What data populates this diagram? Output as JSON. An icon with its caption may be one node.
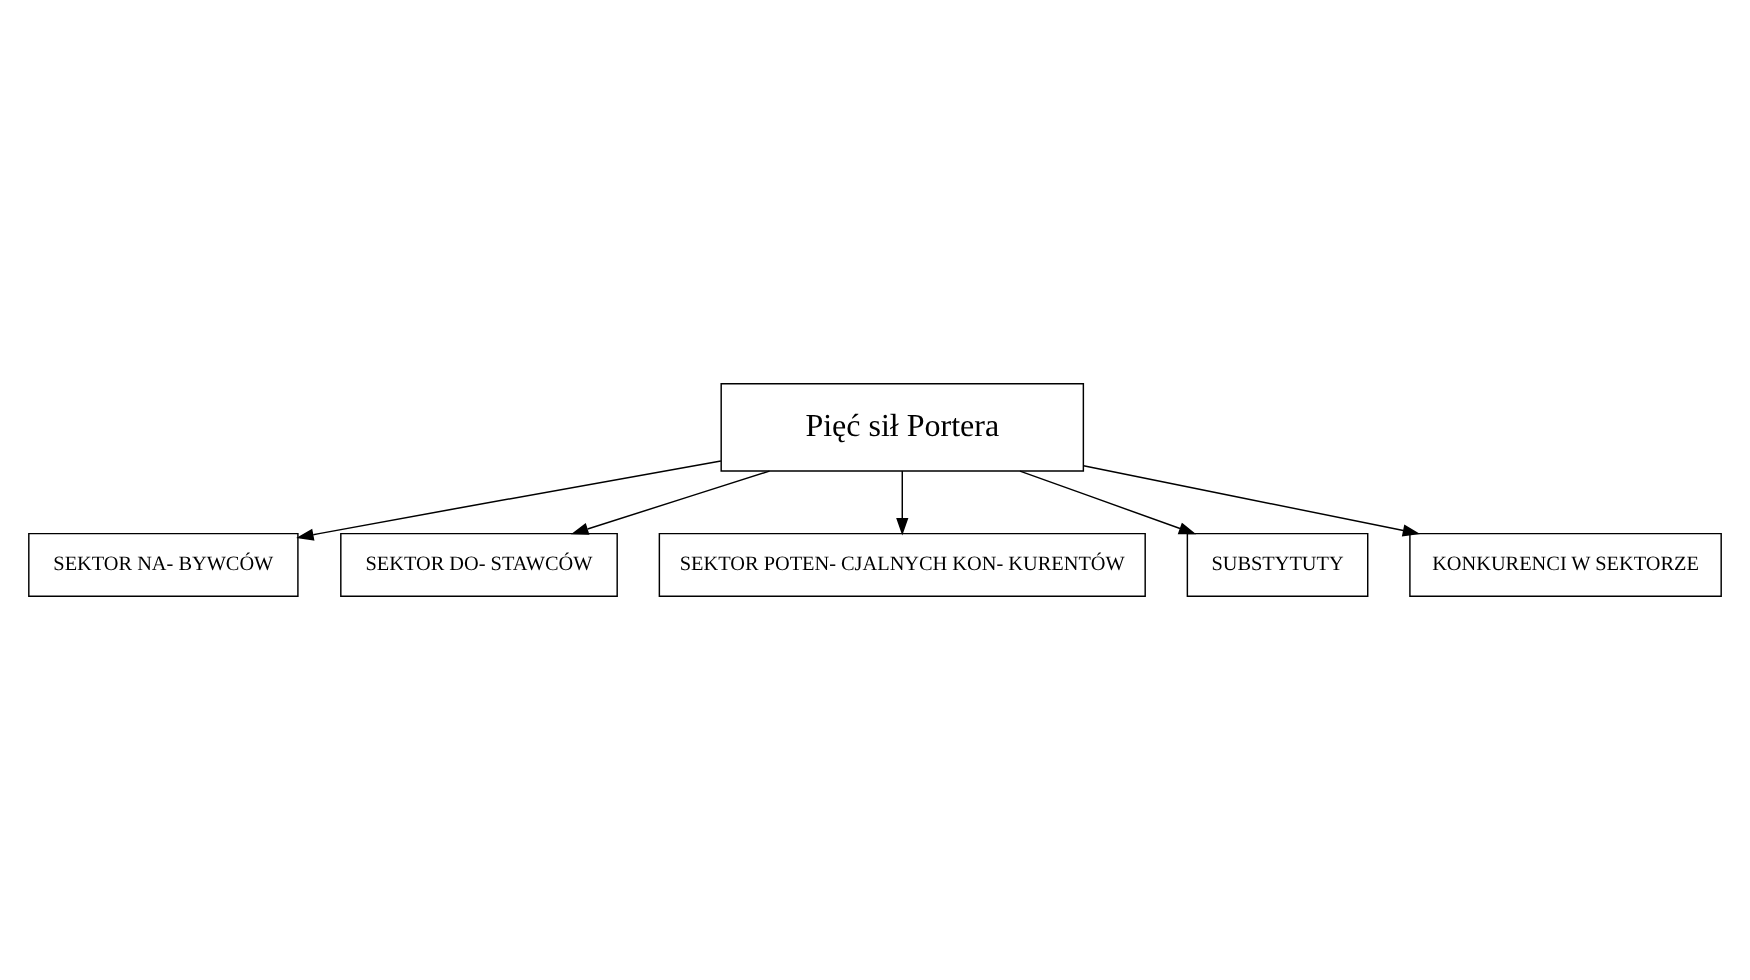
{
  "diagram": {
    "nodes": [
      {
        "text": [
          "Pięć sił Portera"
        ]
      },
      {
        "text": [
          "SEKTOR NA- BYWCÓW"
        ]
      },
      {
        "text": [
          "SEKTOR DO- STAWCÓW"
        ]
      },
      {
        "text": [
          "SEKTOR POTEN- CJALNYCH KON- KURENTÓW"
        ]
      },
      {
        "text": [
          "KONKURENCI W SEKTORZE"
        ]
      },
      {
        "text": [
          "SUBSTYTUTY"
        ]
      }
    ],
    "edges": [
      {
        "from": 0,
        "to": 1,
        "arrow": "to"
      },
      {
        "from": 0,
        "to": 2,
        "arrow": "to"
      },
      {
        "from": 0,
        "to": 3,
        "arrow": "to"
      },
      {
        "from": 0,
        "to": 5,
        "arrow": "to"
      },
      {
        "from": 0,
        "to": 4,
        "arrow": "to"
      }
    ]
  }
}
